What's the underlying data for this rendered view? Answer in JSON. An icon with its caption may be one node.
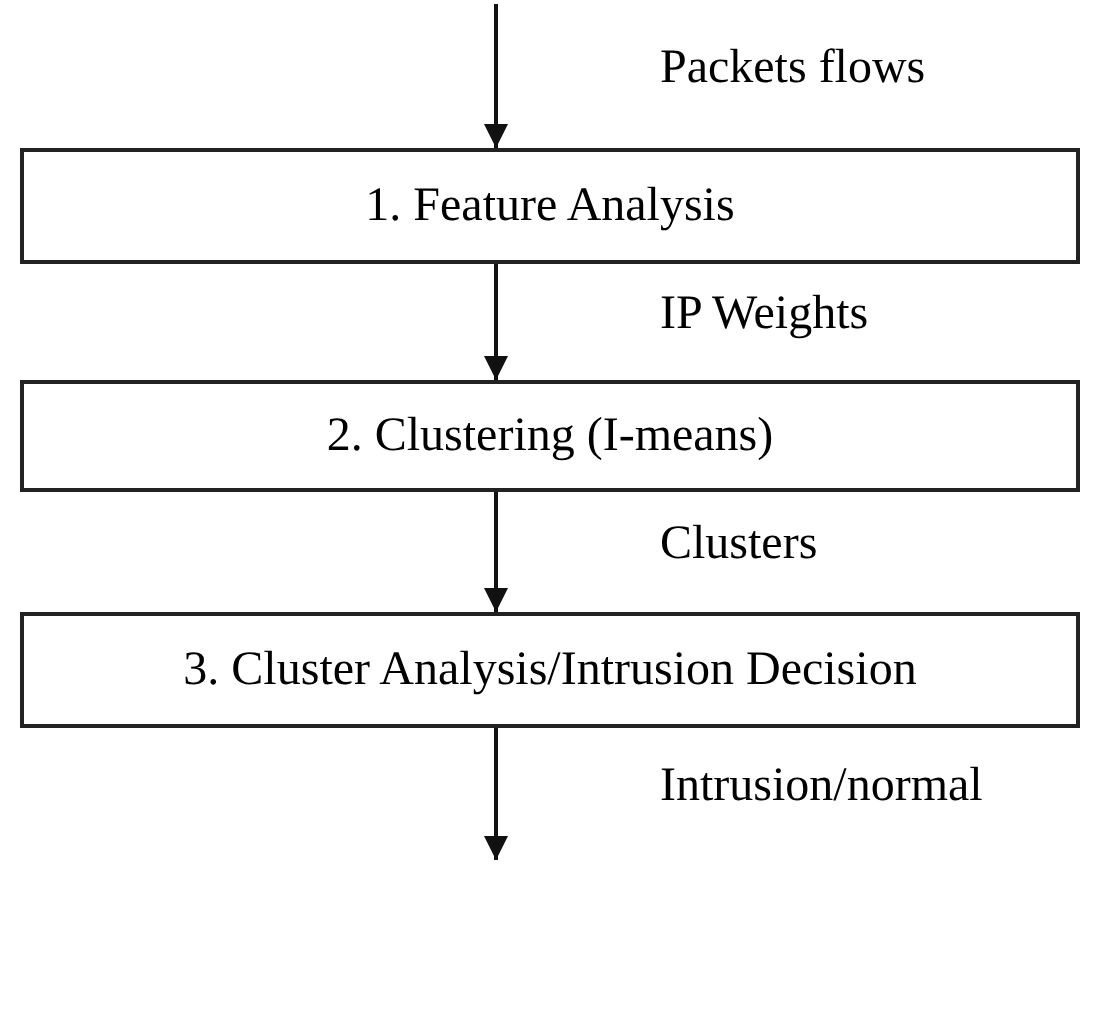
{
  "diagram": {
    "nodes": [
      {
        "text": [
          "1. Feature Analysis"
        ]
      },
      {
        "text": [
          "2. Clustering (I-means)"
        ]
      },
      {
        "text": [
          "3. Cluster Analysis/Intrusion Decision"
        ]
      }
    ],
    "edges": [
      {
        "from": null,
        "to": 0,
        "arrow": "to",
        "label": "Packets flows"
      },
      {
        "from": 0,
        "to": 1,
        "arrow": "to",
        "label": "IP Weights"
      },
      {
        "from": 1,
        "to": 2,
        "arrow": "to",
        "label": "Clusters"
      },
      {
        "from": 2,
        "to": null,
        "arrow": "to",
        "label": "Intrusion/normal"
      }
    ]
  }
}
